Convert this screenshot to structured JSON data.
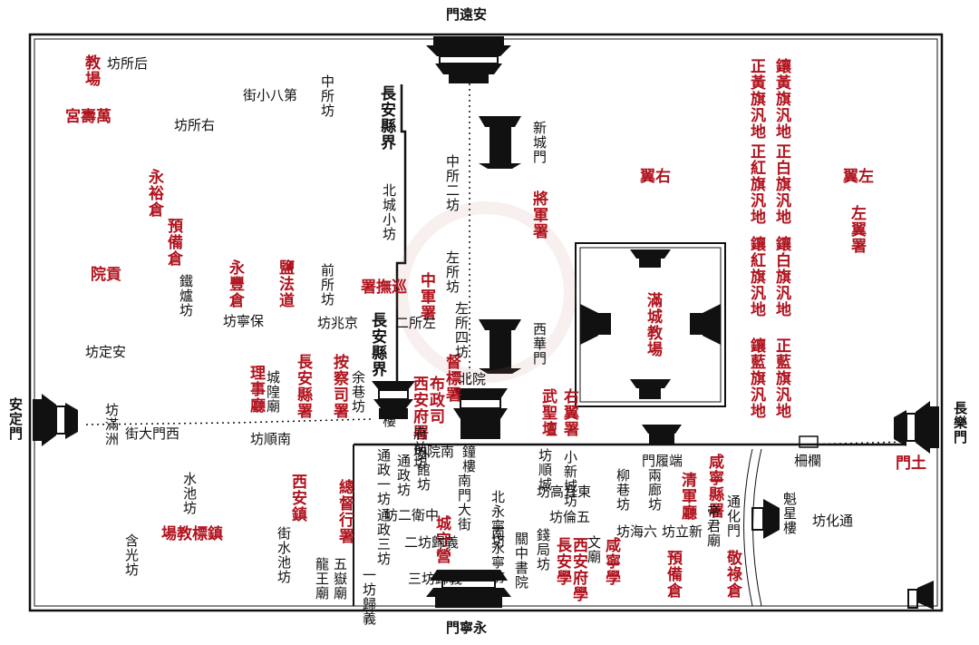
{
  "colors": {
    "ink": "#111111",
    "red": "#b0131e",
    "paper": "#ffffff"
  },
  "gates": {
    "north": "門遠安",
    "south": "門寧永",
    "west": "安定門",
    "east": "長樂門",
    "east_small": "門土",
    "tonghua": "通化門",
    "duanlu": "門履端",
    "xincheng": "新城門",
    "xihua": "西華門"
  },
  "labels_red": {
    "jiaochang": "教場",
    "wanshougong": "宮壽萬",
    "yongyucang": "永裕倉",
    "yubeicang_w": "預備倉",
    "gongyuan": "院貢",
    "yongfengcang": "永豐倉",
    "yanfadao": "鹽法道",
    "xunfushu": "署撫巡",
    "zhongjunshu": "中軍署",
    "jiangjunshu": "將軍署",
    "youyi": "翼右",
    "zuoyi": "翼左",
    "zuoyishu": "左翼署",
    "manchengjiaochang": "滿城教場",
    "lishiting": "理事廳",
    "changanxianshu": "長安縣署",
    "anchasishu": "按察司署",
    "buzhengsi": "布政司",
    "xianfushu": "西安府署",
    "dubiaoshu": "督標署",
    "youyishu": "右翼署",
    "wushengtan": "武聖壇",
    "qingjunting": "清軍廳",
    "xianningxianshu": "咸寧縣署",
    "xianzhen": "西安鎮",
    "zhenbiaojiaochang": "場教標鎮",
    "zongduxingshu": "總督行署",
    "chengshouying": "城守營",
    "changanxue": "長安學",
    "xianfuxue": "西安府學",
    "xianningxue": "咸寧學",
    "yubeicang_e": "預備倉",
    "jinglucang": "敬祿倉",
    "banner_zhenghuang": "正黃旗汎地",
    "banner_xianghuang": "鑲黃旗汎地",
    "banner_zhenghong": "正紅旗汎地",
    "banner_zhengbai": "正白旗汎地",
    "banner_xianghong": "鑲紅旗汎地",
    "banner_xiangbai": "鑲白旗汎地",
    "banner_xianglan": "鑲藍旗汎地",
    "banner_zhenglan": "正藍旗汎地"
  },
  "labels_black": {
    "housuofang": "坊所后",
    "youshuofang": "坊所右",
    "diba_xiaojie": "街小八第",
    "zhongsuofang": "中所坊",
    "changanxianjie_n": "長安縣界",
    "zhongsuoerfang": "中所二坊",
    "beichengxiaofang": "北城小坊",
    "zuosuofang": "左所坊",
    "qiansuofang": "前所坊",
    "tiexianfang": "鐵爐坊",
    "baoningfang": "坊寧保",
    "jingzhaofang": "坊兆京",
    "changanxianjie_s": "長安縣界",
    "erfu": "二所左",
    "zuosuosifang": "左所四坊",
    "beiyuanfang": "北院",
    "andingfang": "坊定安",
    "chenghuangmiao": "城隍廟",
    "yuxiangfang": "余巷坊",
    "guloufang": "鼓樓",
    "manzhou": "坊滿洲",
    "ximendajie": "街大門西",
    "shunfang": "坊順南",
    "tongzheng_yifang": "通政一坊",
    "tongzhengfang": "通政坊",
    "fuqianfang": "府前坊",
    "nanyuanfang": "坊院南",
    "zhonglou": "鐘樓",
    "shunchengfang": "坊順城",
    "xinchengfang": "小新城坊",
    "dongmugaofang": "坊高耳東",
    "liuxiangfang": "柳巷坊",
    "liangjiafang": "兩廊坊",
    "shuichifang": "水池坊",
    "chuangzhuifang": "街水池坊",
    "hanguangfang": "含光坊",
    "waiguanfang": "外館坊",
    "zhong_ererfang": "坊二衛中",
    "nanmendajie": "南門大街",
    "beining": "北永寧坊",
    "tongzheng_sanfang": "通政三坊",
    "guiyi_erfang": "二坊歸義",
    "guiyi_sanfang": "三坊歸義",
    "nanning": "南永寧坊",
    "wulunfang": "坊倫五",
    "liuhaifang": "坊海六",
    "lixinfang": "坊立新",
    "dijunmiao": "帝君廟",
    "kuixinglou": "魁星樓",
    "tonghuafang": "坊化通",
    "wuyuemiao": "五嶽廟",
    "longwangmiao": "龍王廟",
    "guiyi_yifang": "一坊歸義",
    "guanzhongshuyuan": "關中書院",
    "zhongjufang": "錢局坊",
    "wenmiao": "文廟",
    "zhalan": "柵欄"
  }
}
